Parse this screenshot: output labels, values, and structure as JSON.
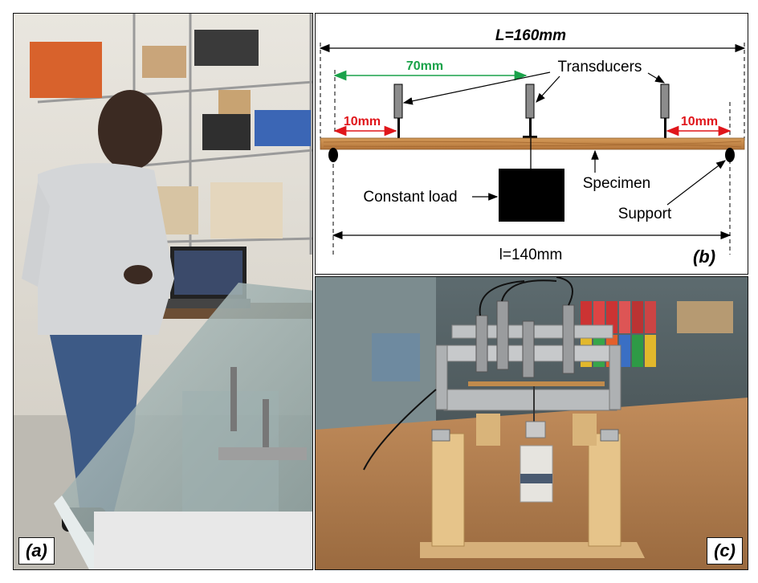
{
  "panels": {
    "a": {
      "label": "(a)"
    },
    "b": {
      "label": "(b)",
      "L_label": "L=160mm",
      "l_label": "l=140mm",
      "dist_center": "70mm",
      "dist_left": "10mm",
      "dist_right": "10mm",
      "transducers": "Transducers",
      "specimen": "Specimen",
      "constant_load": "Constant load",
      "support": "Support"
    },
    "c": {
      "label": "(c)"
    }
  },
  "colors": {
    "green_dim": "#1aa24a",
    "red_dim": "#e0161b",
    "specimen": "#c4843f",
    "transducer": "#8c8c8c",
    "load": "#000000"
  }
}
